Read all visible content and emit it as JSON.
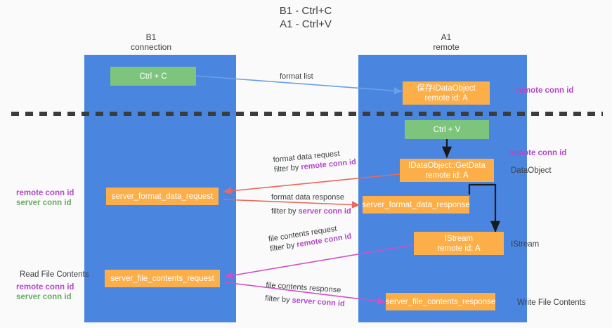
{
  "title": "B1 - Ctrl+C\nA1 - Ctrl+V",
  "colors": {
    "lane": "#4a86e0",
    "green_box": "#7dc47d",
    "orange_box": "#fcae48",
    "purple_text": "#b14ac8",
    "green_text": "#6aaa64",
    "dark_text": "#3c4043",
    "divider": "#3c3c3c",
    "background": "#fafafa"
  },
  "lanes": [
    {
      "name": "b1",
      "title": "B1\nconnection"
    },
    {
      "name": "a1",
      "title": "A1\nremote"
    }
  ],
  "divider": {
    "name": "dashed-divider"
  },
  "boxes": {
    "ctrl_c": {
      "line1": "Ctrl + C",
      "line2": "",
      "color": "green"
    },
    "save_idataobject": {
      "line1": "保存IDataObject",
      "line2": "remote id: A",
      "color": "orange"
    },
    "ctrl_v": {
      "line1": "Ctrl + V",
      "line2": "",
      "color": "green"
    },
    "getdata": {
      "line1": "IDataObject::GetData",
      "line2": "remote id: A",
      "color": "orange"
    },
    "fmt_req": {
      "line1": "server_format_data_request",
      "line2": "",
      "color": "orange"
    },
    "fmt_resp": {
      "line1": "server_format_data_response",
      "line2": "",
      "color": "orange"
    },
    "istream": {
      "line1": "IStream",
      "line2": "remote id: A",
      "color": "orange"
    },
    "file_req": {
      "line1": "server_file_contents_request",
      "line2": "",
      "color": "orange"
    },
    "file_resp": {
      "line1": "server_file_contents_response",
      "line2": "",
      "color": "orange"
    }
  },
  "edge_labels": {
    "format_list": {
      "line1": "format list",
      "line2": "",
      "line2_tag": ""
    },
    "format_data_request": {
      "line1": "format data request",
      "line2": "filter by ",
      "line2_tag": "remote conn id",
      "tag_color": "purple"
    },
    "format_data_response": {
      "line1": "format data response",
      "line2": "filter by ",
      "line2_tag": "server conn id",
      "tag_color": "purple"
    },
    "file_contents_request": {
      "line1": "file contents request",
      "line2": "filter by ",
      "line2_tag": "remote conn id",
      "tag_color": "purple"
    },
    "file_contents_response": {
      "line1": "file contents response",
      "line2": "filter by ",
      "line2_tag": "server conn id",
      "tag_color": "purple"
    }
  },
  "right_annotations": [
    {
      "name": "remote-conn-id-top",
      "text": "remote conn id",
      "style": "purple"
    },
    {
      "name": "remote-conn-id-mid",
      "text": "remote conn id",
      "style": "purple"
    },
    {
      "name": "dataobject-label",
      "text": "DataObject",
      "style": "dark"
    },
    {
      "name": "istream-label",
      "text": "IStream",
      "style": "dark"
    },
    {
      "name": "write-file-contents",
      "text": "Write File Contents",
      "style": "dark"
    }
  ],
  "left_annotations": [
    {
      "name": "conn-ids-mid",
      "text": "remote conn id\nserver conn id",
      "style": "split"
    },
    {
      "name": "read-file-contents",
      "text": "Read File Contents",
      "style": "dark"
    },
    {
      "name": "conn-ids-bottom",
      "text": "remote conn id\nserver conn id",
      "style": "split"
    }
  ]
}
